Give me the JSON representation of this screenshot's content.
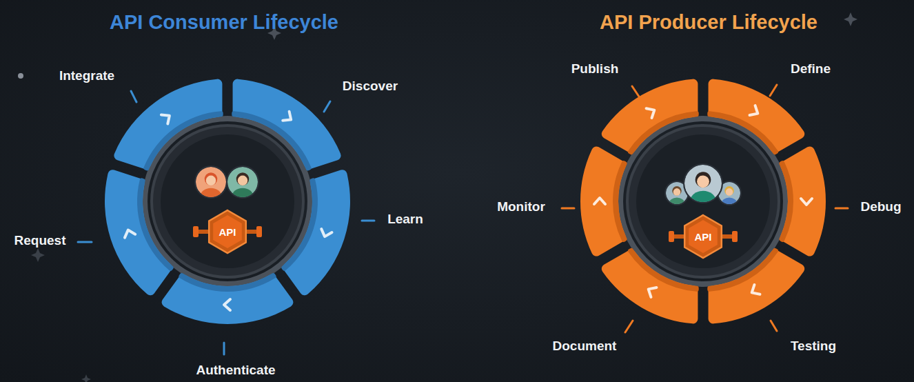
{
  "diagram": {
    "nodes": [
      {
        "text": [
          "API Consumer Lifecycle",
          "API"
        ]
      },
      {
        "text": [
          "Integrate"
        ],
        "in": 0
      },
      {
        "text": [
          "Discover"
        ],
        "in": 0
      },
      {
        "text": [
          "Learn"
        ],
        "in": 0
      },
      {
        "text": [
          "Request"
        ],
        "in": 0
      },
      {
        "text": [
          "Authenticate"
        ],
        "in": 0
      },
      {
        "text": [
          "API Producer Lifecycle",
          "API"
        ]
      },
      {
        "text": [
          "Publish"
        ],
        "in": 6
      },
      {
        "text": [
          "Define"
        ],
        "in": 6
      },
      {
        "text": [
          "Monitor"
        ],
        "in": 6
      },
      {
        "text": [
          "Debug"
        ],
        "in": 6
      },
      {
        "text": [
          "Document"
        ],
        "in": 6
      },
      {
        "text": [
          "Testing"
        ],
        "in": 6
      }
    ]
  }
}
